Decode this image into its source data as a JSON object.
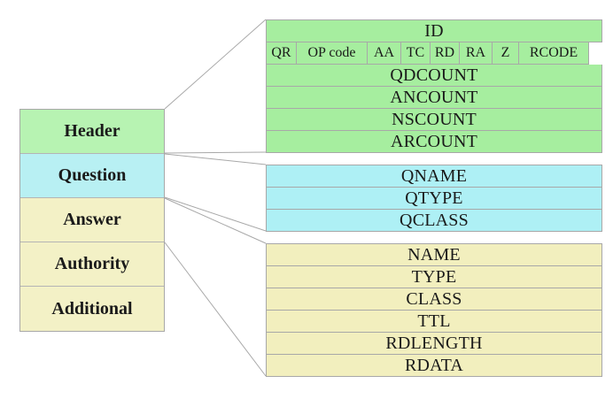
{
  "sections": [
    "Header",
    "Question",
    "Answer",
    "Authority",
    "Additional"
  ],
  "header_fields": {
    "id": "ID",
    "flags": [
      "QR",
      "OP code",
      "AA",
      "TC",
      "RD",
      "RA",
      "Z",
      "RCODE"
    ],
    "counts": [
      "QDCOUNT",
      "ANCOUNT",
      "NSCOUNT",
      "ARCOUNT"
    ]
  },
  "question_fields": [
    "QNAME",
    "QTYPE",
    "QCLASS"
  ],
  "record_fields": [
    "NAME",
    "TYPE",
    "CLASS",
    "TTL",
    "RDLENGTH",
    "RDATA"
  ],
  "colors": {
    "header": "#a6ee9f",
    "question": "#aef0f5",
    "resource_record": "#f2efbe",
    "border": "#a8a8a8"
  }
}
